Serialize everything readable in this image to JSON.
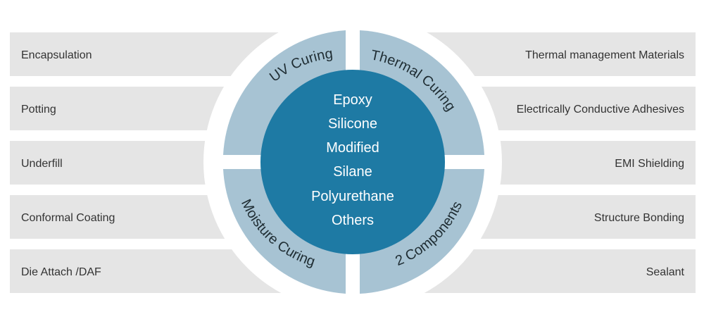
{
  "left_items": [
    {
      "label": "Encapsulation"
    },
    {
      "label": "Potting"
    },
    {
      "label": "Underfill"
    },
    {
      "label": "Conformal Coating"
    },
    {
      "label": "Die Attach /DAF"
    }
  ],
  "right_items": [
    {
      "label": "Thermal management Materials"
    },
    {
      "label": "Electrically Conductive Adhesives"
    },
    {
      "label": "EMI Shielding"
    },
    {
      "label": "Structure Bonding"
    },
    {
      "label": "Sealant"
    }
  ],
  "quadrants": {
    "top_left": "UV Curing",
    "top_right": "Thermal Curing",
    "bottom_left": "Moisture Curing",
    "bottom_right": "2 Components"
  },
  "center_items": [
    "Epoxy",
    "Silicone",
    "Modified",
    "Silane",
    "Polyurethane",
    "Others"
  ],
  "colors": {
    "bar": "#e5e5e5",
    "ring": "#a7c3d3",
    "center": "#1e7aa4",
    "label_text": "#333333"
  }
}
